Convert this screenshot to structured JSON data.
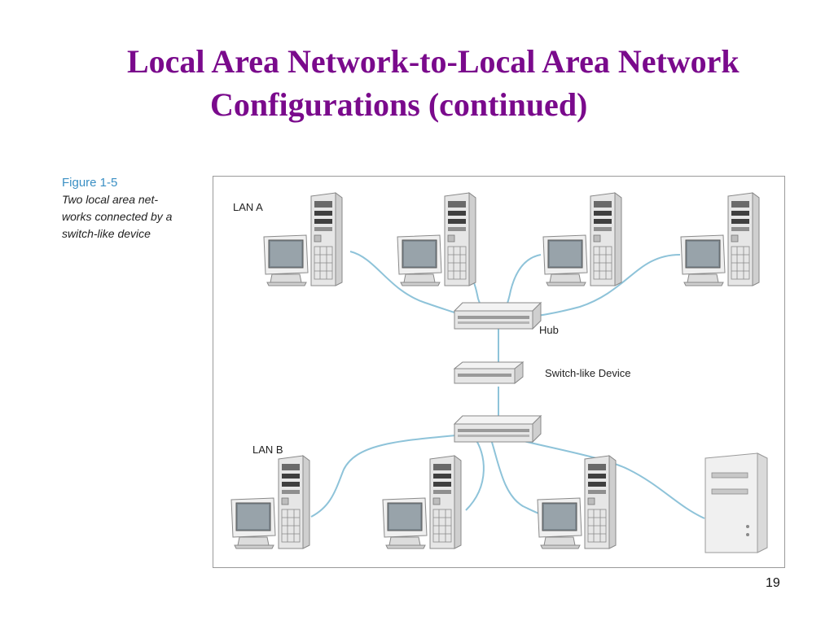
{
  "slide": {
    "title_line1": "Local Area Network-to-Local Area Network",
    "title_line2": "Configurations (continued)",
    "page_number": "19"
  },
  "figure": {
    "label": "Figure 1-5",
    "caption_lines": [
      "Two local area net-",
      "works connected by a",
      "switch-like device"
    ],
    "labels": {
      "lan_a": "LAN A",
      "lan_b": "LAN B",
      "hub": "Hub",
      "switch": "Switch-like Device"
    }
  },
  "colors": {
    "title": "#7a0a8c",
    "figure_label": "#3a8fc4",
    "cable": "#8ec3d9"
  }
}
